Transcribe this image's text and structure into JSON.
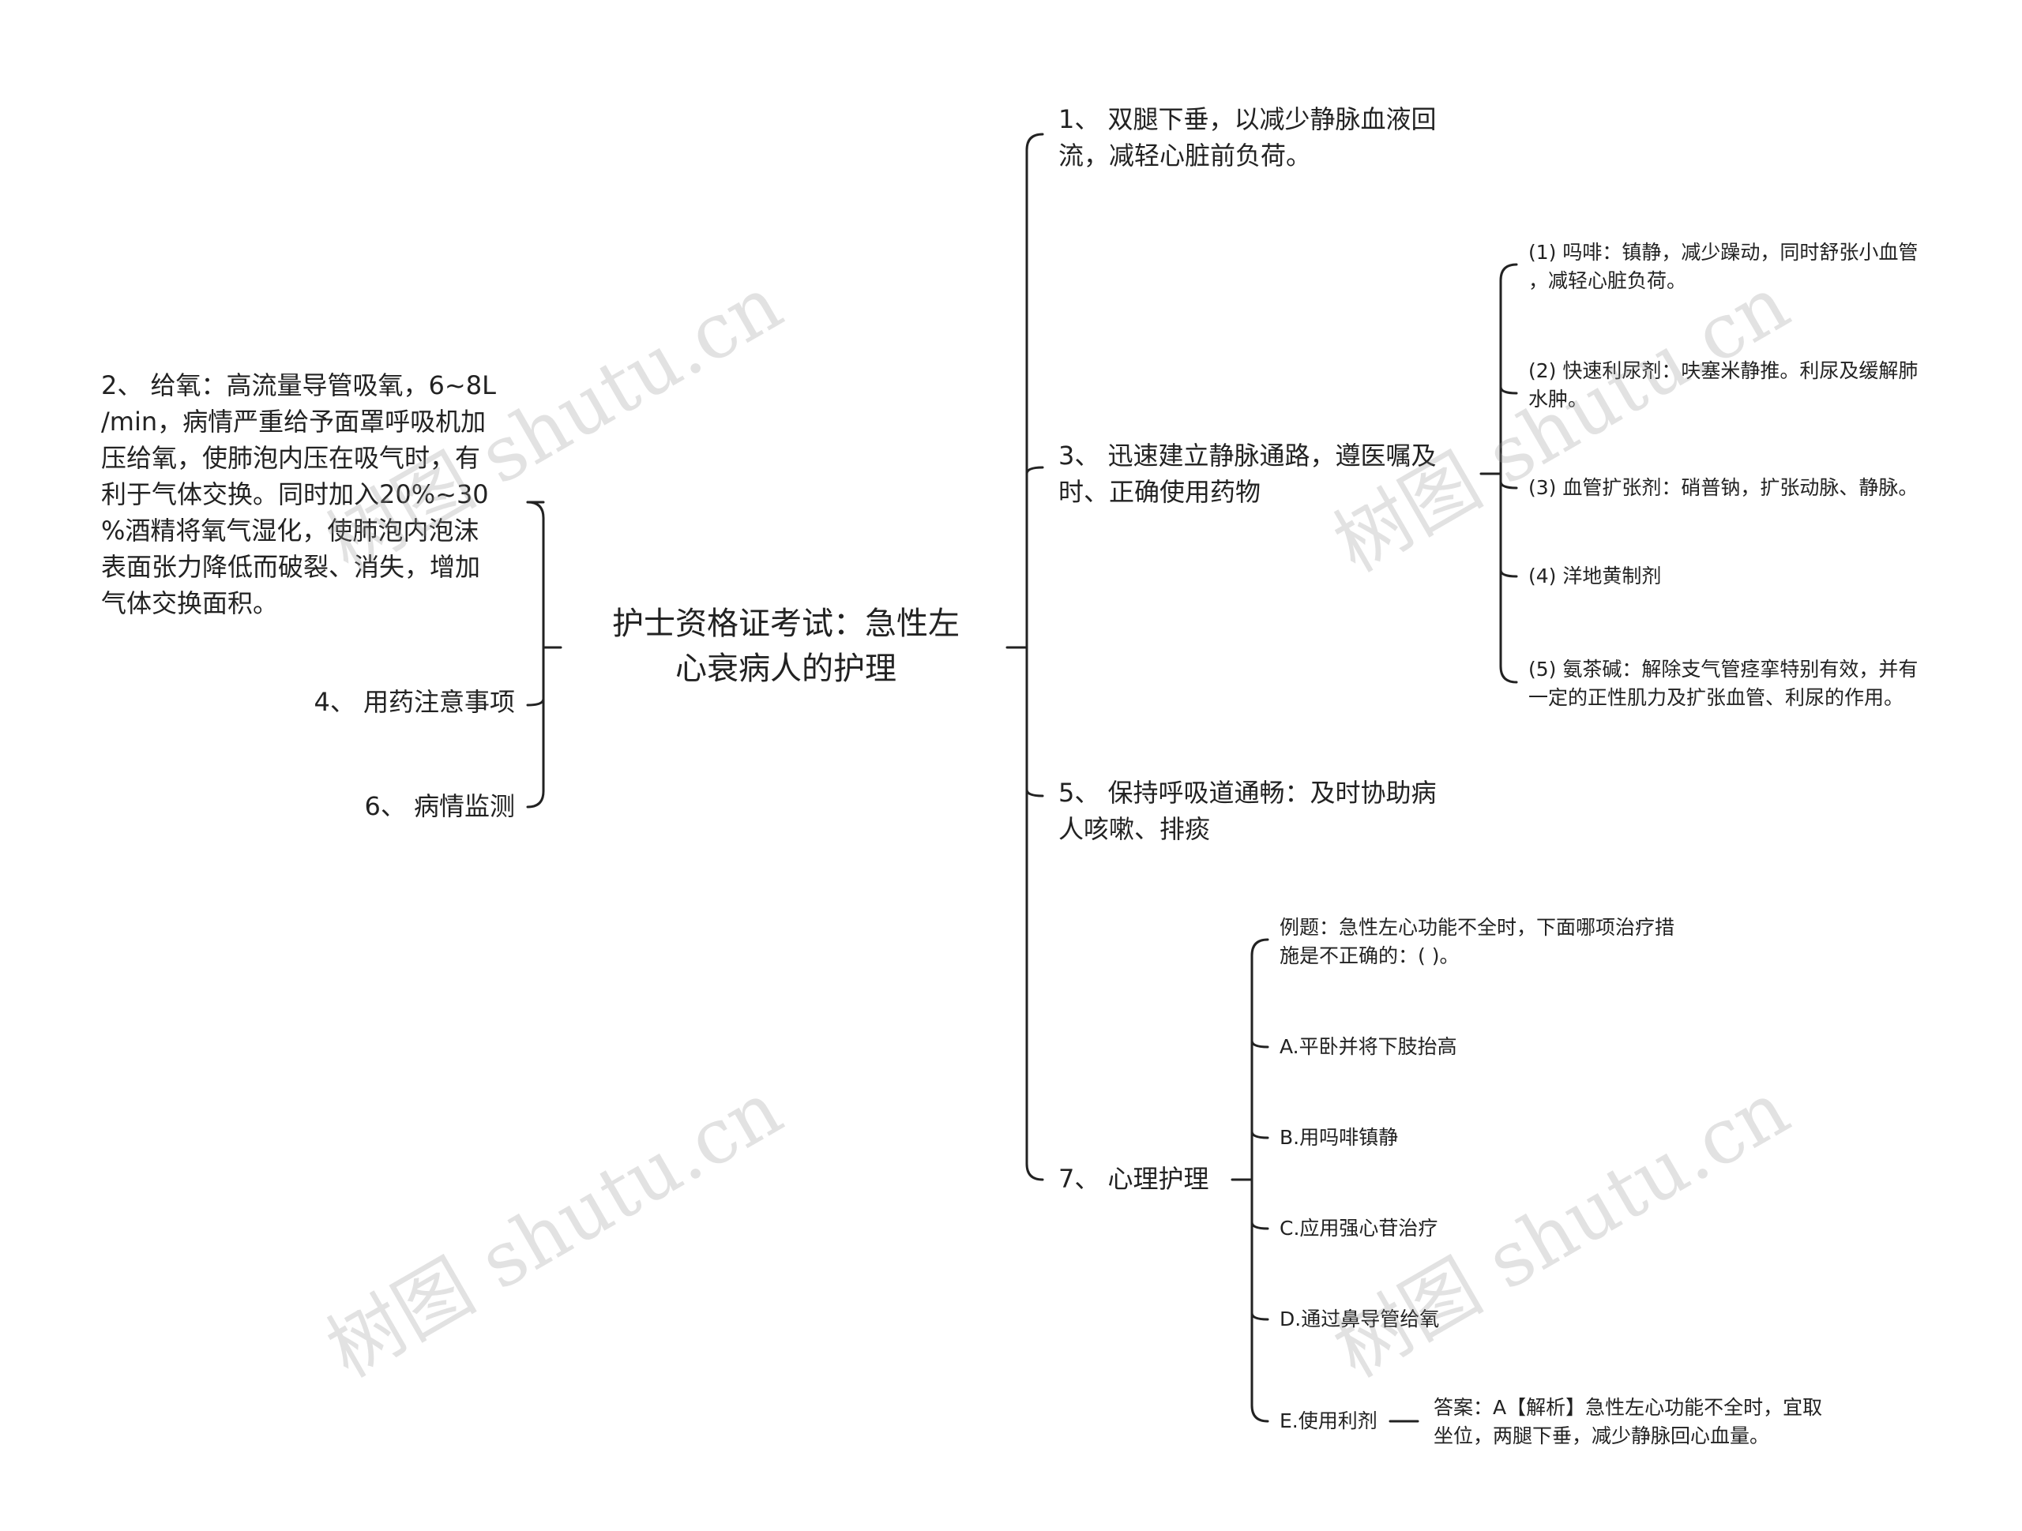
{
  "root": {
    "title": "护士资格证考试：急性左\n心衰病人的护理"
  },
  "left": {
    "item2": "2、 给氧：高流量导管吸氧，6~8L\n/min，病情严重给予面罩呼吸机加\n压给氧，使肺泡内压在吸气时，有\n利于气体交换。同时加入20%~30\n%酒精将氧气湿化，使肺泡内泡沫\n表面张力降低而破裂、消失，增加\n气体交换面积。",
    "item4": "4、 用药注意事项",
    "item6": "6、 病情监测"
  },
  "right": {
    "item1": "1、 双腿下垂，以减少静脉血液回\n流，减轻心脏前负荷。",
    "item3": "3、 迅速建立静脉通路，遵医嘱及\n时、正确使用药物",
    "item3_children": [
      "(1) 吗啡：镇静，减少躁动，同时舒张小血管\n，减轻心脏负荷。",
      "(2) 快速利尿剂：呋塞米静推。利尿及缓解肺\n水肿。",
      "(3) 血管扩张剂：硝普钠，扩张动脉、静脉。",
      "(4) 洋地黄制剂",
      "(5) 氨茶碱：解除支气管痉挛特别有效，并有\n一定的正性肌力及扩张血管、利尿的作用。"
    ],
    "item5": "5、 保持呼吸道通畅：及时协助病\n人咳嗽、排痰",
    "item7": "7、 心理护理",
    "item7_children": [
      "例题：急性左心功能不全时，下面哪项治疗措\n施是不正确的：( )。",
      "A.平卧并将下肢抬高",
      "B.用吗啡镇静",
      "C.应用强心苷治疗",
      "D.通过鼻导管给氧",
      "E.使用利剂"
    ],
    "answer": "答案：A【解析】急性左心功能不全时，宜取\n坐位，两腿下垂，减少静脉回心血量。"
  },
  "watermark": "树图 shutu.cn",
  "colors": {
    "line": "#222222",
    "text": "#222222",
    "watermark": "#969696"
  }
}
